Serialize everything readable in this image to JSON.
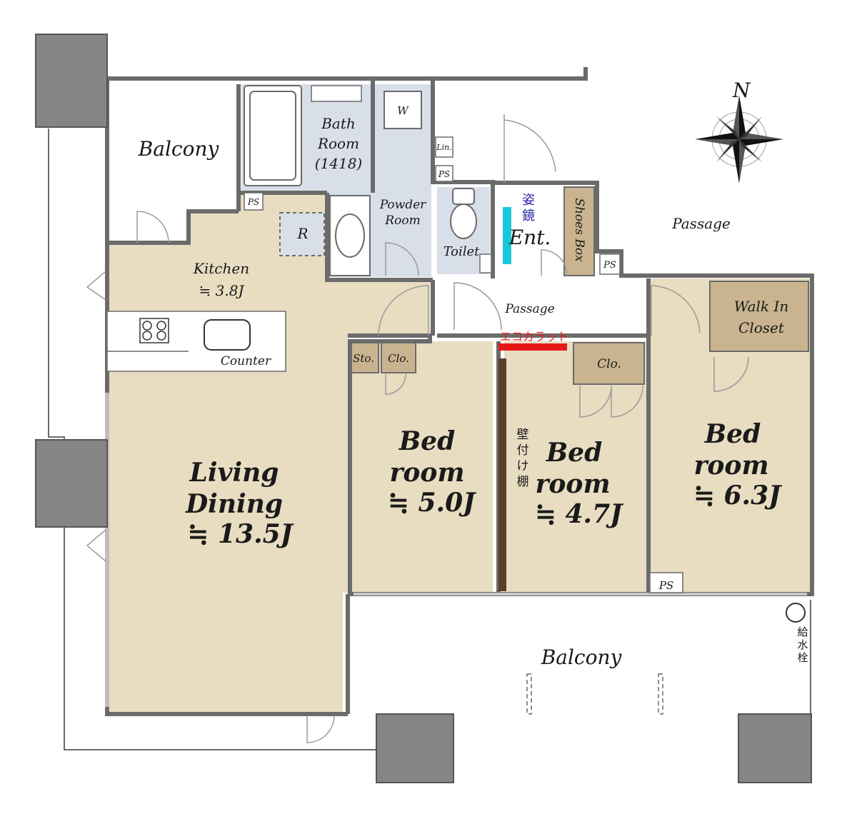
{
  "colors": {
    "room_fill": "#e8dcc1",
    "storage_fill": "#c9b48f",
    "wet_fill": "#d9dfe8",
    "wall": "#6b6b6b",
    "column": "#858585",
    "mirror": "#19c8d8",
    "eco_carat": "#e81818",
    "shelf": "#5a3e2b",
    "jp_mirror_text": "#2a2aa8",
    "jp_eco_text": "#e81818"
  },
  "compass": {
    "north": "N"
  },
  "rooms": {
    "balcony_nw": "Balcony",
    "bath_line1": "Bath",
    "bath_line2": "Room",
    "bath_line3": "(1418)",
    "washer": "W",
    "linen": "Lin.",
    "ps": "PS",
    "powder_line1": "Powder",
    "powder_line2": "Room",
    "toilet": "Toilet",
    "mirror_jp_1": "姿",
    "mirror_jp_2": "鏡",
    "entrance": "Ent.",
    "shoes_box": "Shoes Box",
    "passage_outer": "Passage",
    "refrigerator": "R",
    "kitchen": "Kitchen",
    "kitchen_size": "≒ 3.8J",
    "counter": "Counter",
    "passage_inner": "Passage",
    "eco_carat": "エコカラット",
    "walk_in_line1": "Walk In",
    "walk_in_line2": "Closet",
    "storage": "Sto.",
    "closet": "Clo.",
    "living_line1": "Living",
    "living_line2": "Dining",
    "living_size": "≒ 13.5J",
    "bed1_line1": "Bed",
    "bed1_line2": "room",
    "bed1_size": "≒ 5.0J",
    "shelf_jp_1": "壁",
    "shelf_jp_2": "付",
    "shelf_jp_3": "け",
    "shelf_jp_4": "棚",
    "bed2_line1": "Bed",
    "bed2_line2": "room",
    "bed2_size": "≒ 4.7J",
    "bed3_line1": "Bed",
    "bed3_line2": "room",
    "bed3_size": "≒ 6.3J",
    "balcony_s": "Balcony",
    "hydrant_jp_1": "給",
    "hydrant_jp_2": "水",
    "hydrant_jp_3": "栓"
  }
}
